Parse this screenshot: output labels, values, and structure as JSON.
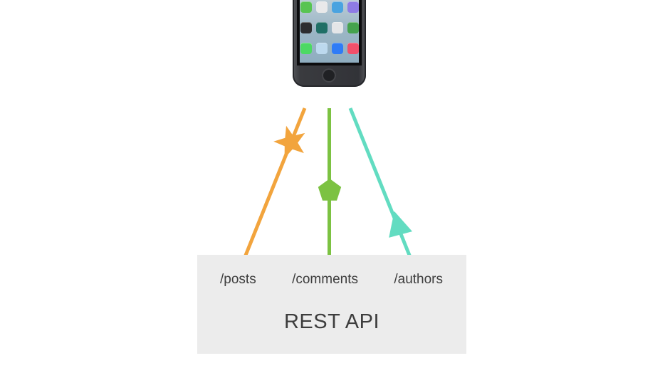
{
  "diagram": {
    "phone": {
      "name": "smartphone-client",
      "icon_rows": [
        [
          "#58c452",
          "#e9e9ea",
          "#4aa3e0",
          "#8e7be5"
        ],
        [
          "#2d2d2f",
          "#1f6f66",
          "#e4e6e8",
          "#45a24d"
        ],
        [
          "#4cd964",
          "#bcd9ee",
          "#2f7cf6",
          "#f1506a"
        ]
      ]
    },
    "connections": [
      {
        "endpoint": "/posts",
        "color": "#F2A43D",
        "marker": "star"
      },
      {
        "endpoint": "/comments",
        "color": "#7CC242",
        "marker": "pentagon"
      },
      {
        "endpoint": "/authors",
        "color": "#62DCC1",
        "marker": "triangle"
      }
    ],
    "api_box": {
      "title": "REST API",
      "background": "#ECECEC",
      "text_color": "#3D3D3D"
    }
  }
}
